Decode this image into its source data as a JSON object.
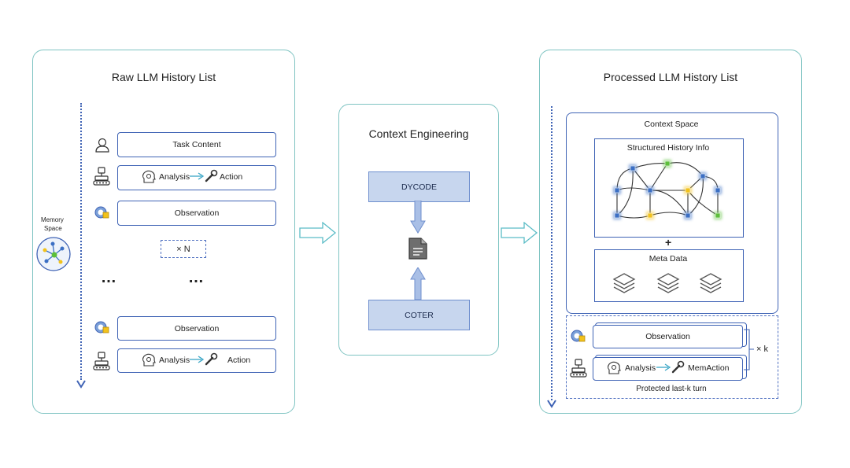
{
  "raw": {
    "title": "Raw LLM History List",
    "memory_label_1": "Memory",
    "memory_label_2": "Space",
    "task": "Task Content",
    "analysis": "Analysis",
    "action": "Action",
    "observation": "Observation",
    "times_n": "× N",
    "ellipsis": "…",
    "observation2": "Observation",
    "analysis2": "Analysis",
    "action2": "Action"
  },
  "context": {
    "title": "Context Engineering",
    "top_box": "DYCODE",
    "bottom_box": "COTER"
  },
  "processed": {
    "title": "Processed LLM History List",
    "context_space": "Context Space",
    "structured": "Structured History Info",
    "plus": "+",
    "meta": "Meta Data",
    "observation": "Observation",
    "analysis": "Analysis",
    "mem_action": "MemAction",
    "times_k": "× k",
    "protected": "Protected last-k turn"
  },
  "colors": {
    "panel_border": "#7fc4c2",
    "box_border": "#3f63b5",
    "node_blue": "#3b6fc4",
    "node_green": "#5cbf3a",
    "node_yellow": "#f2c21b",
    "filled_box": "#c7d6ee"
  },
  "icons": [
    "user-icon",
    "robot-icon",
    "brain-gear-icon",
    "wrench-icon",
    "eye-icon",
    "memory-graph-icon",
    "document-icon",
    "layers-icon",
    "arrow-right-icon",
    "arrow-down-icon",
    "arrow-up-icon"
  ]
}
